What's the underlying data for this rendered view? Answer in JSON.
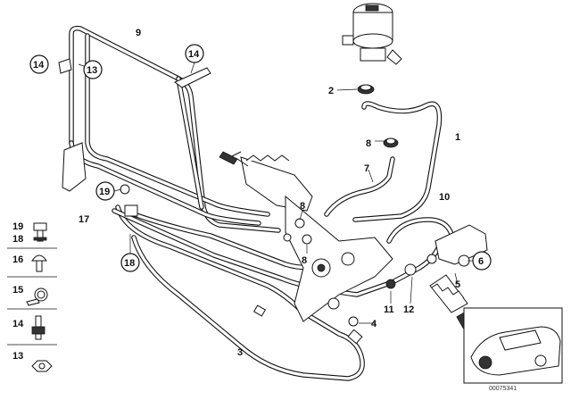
{
  "diagram": {
    "callouts": {
      "c1": "1",
      "c2": "2",
      "c3": "3",
      "c4": "4",
      "c5": "5",
      "c6": "6",
      "c7": "7",
      "c8a": "8",
      "c8b": "8",
      "c8c": "8",
      "c9": "9",
      "c10": "10",
      "c11": "11",
      "c12": "12",
      "c14a": "14",
      "c13a": "13",
      "c14b": "14",
      "c17": "17",
      "c18": "18",
      "c19a": "19"
    },
    "legend": [
      {
        "top": "19",
        "bottom": "18",
        "icon": "bolt-with-washer-icon"
      },
      {
        "top": "16",
        "bottom": "",
        "icon": "mushroom-bolt-icon"
      },
      {
        "top": "15",
        "bottom": "",
        "icon": "hose-clamp-icon"
      },
      {
        "top": "14",
        "bottom": "",
        "icon": "stud-bolt-icon"
      },
      {
        "top": "13",
        "bottom": "",
        "icon": "hex-nut-icon"
      }
    ],
    "image_code": "00075341"
  }
}
